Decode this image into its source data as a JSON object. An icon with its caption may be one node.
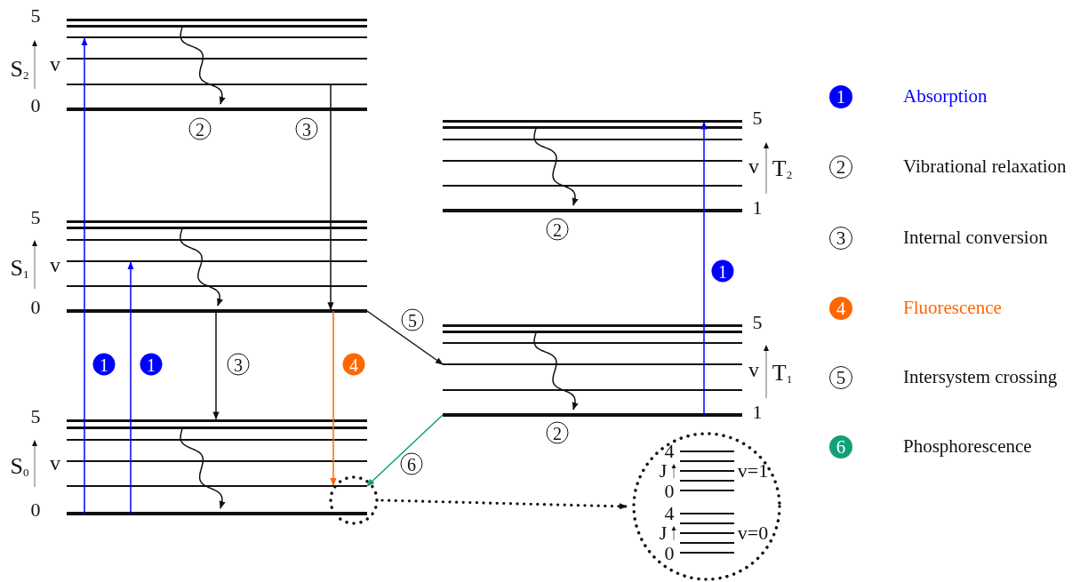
{
  "diagram": {
    "nodes": [
      {
        "text": [],
        "shape": "bar",
        "beside": [
          "5"
        ]
      },
      {
        "text": [],
        "shape": "bar"
      },
      {
        "text": [],
        "shape": "bar"
      },
      {
        "text": [],
        "shape": "bar"
      },
      {
        "text": [],
        "shape": "bar"
      },
      {
        "text": [],
        "shape": "bar",
        "beside": [
          "0"
        ]
      },
      {
        "text": [],
        "shape": "bar",
        "beside": [
          "5"
        ]
      },
      {
        "text": [],
        "shape": "bar"
      },
      {
        "text": [],
        "shape": "bar"
      },
      {
        "text": [],
        "shape": "bar"
      },
      {
        "text": [],
        "shape": "bar"
      },
      {
        "text": [],
        "shape": "bar",
        "beside": [
          "1"
        ]
      },
      {
        "text": [],
        "shape": "bar",
        "beside": [
          "5"
        ]
      },
      {
        "text": [],
        "shape": "bar"
      },
      {
        "text": [],
        "shape": "bar"
      },
      {
        "text": [],
        "shape": "bar"
      },
      {
        "text": [],
        "shape": "bar"
      },
      {
        "text": [],
        "shape": "bar",
        "beside": [
          "0"
        ]
      },
      {
        "text": [],
        "shape": "bar",
        "beside": [
          "5"
        ]
      },
      {
        "text": [],
        "shape": "bar"
      },
      {
        "text": [],
        "shape": "bar"
      },
      {
        "text": [],
        "shape": "bar"
      },
      {
        "text": [],
        "shape": "bar"
      },
      {
        "text": [],
        "shape": "bar",
        "beside": [
          "1"
        ]
      },
      {
        "text": [],
        "shape": "bar",
        "beside": [
          "5"
        ]
      },
      {
        "text": [],
        "shape": "bar"
      },
      {
        "text": [],
        "shape": "bar"
      },
      {
        "text": [],
        "shape": "bar"
      },
      {
        "text": [],
        "shape": "bar"
      },
      {
        "text": [],
        "shape": "bar",
        "beside": [
          "0"
        ]
      },
      {
        "text": [],
        "shape": "circle"
      },
      {
        "text": [
          "4",
          "J",
          "0",
          "v=1",
          "4",
          "J",
          "0",
          "v=0"
        ]
      }
    ],
    "edges": [
      {
        "from": 29,
        "to": 2,
        "arrow": "to",
        "label": "1",
        "color": "#0000ff"
      },
      {
        "from": 29,
        "to": 15,
        "arrow": "to",
        "label": "1",
        "color": "#0000ff"
      },
      {
        "from": 23,
        "to": 6,
        "arrow": "to",
        "label": "1",
        "color": "#0000ff"
      },
      {
        "from": 1,
        "to": 5,
        "arrow": "to",
        "label": "2"
      },
      {
        "from": 13,
        "to": 17,
        "arrow": "to"
      },
      {
        "from": 25,
        "to": 29,
        "arrow": "to"
      },
      {
        "from": 7,
        "to": 11,
        "arrow": "to",
        "label": "2"
      },
      {
        "from": 19,
        "to": 23,
        "arrow": "to",
        "label": "2"
      },
      {
        "from": 4,
        "to": 17,
        "arrow": "to",
        "label": "3"
      },
      {
        "from": 17,
        "to": 24,
        "arrow": "to",
        "label": "3"
      },
      {
        "from": 17,
        "to": 28,
        "arrow": "to",
        "label": "4",
        "color": "#ff6600"
      },
      {
        "from": 17,
        "to": 21,
        "arrow": "to",
        "label": "5"
      },
      {
        "from": 23,
        "to": 28,
        "arrow": "to",
        "label": "6",
        "color": "#12a07a"
      },
      {
        "from": 30,
        "to": 31,
        "arrow": "to",
        "style": "dashed"
      }
    ],
    "labels": [
      "S$_{2}$",
      "v",
      "v",
      "T$_{2}$",
      "S$_{1}$",
      "v",
      "v",
      "T$_{1}$",
      "S$_{0}$",
      "v",
      "1",
      "2",
      "3",
      "4",
      "5",
      "6"
    ],
    "legend": [
      {
        "text": "Absorption",
        "color": "#0000ff"
      },
      {
        "text": "Vibrational relaxation"
      },
      {
        "text": "Internal conversion"
      },
      {
        "text": "Fluorescence",
        "color": "#ff6600"
      },
      {
        "text": "Intersystem crossing"
      },
      {
        "text": "Phosphorescence",
        "color": "#12a07a"
      }
    ]
  }
}
